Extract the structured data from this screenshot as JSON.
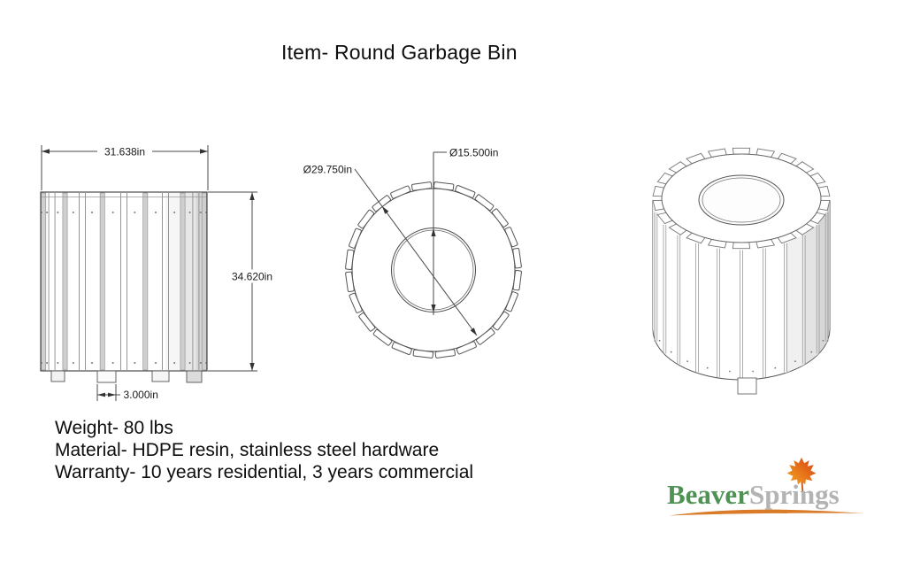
{
  "title": "Item- Round Garbage Bin",
  "specs": {
    "weight": "Weight- 80 lbs",
    "material": "Material- HDPE resin, stainless steel hardware",
    "warranty": "Warranty- 10 years residential, 3 years commercial"
  },
  "drawing": {
    "front_view": {
      "width_dim": "31.638in",
      "height_dim": "34.620in",
      "foot_width_dim": "3.000in"
    },
    "top_view": {
      "outer_diameter_dim": "Ø29.750in",
      "opening_diameter_dim": "Ø15.500in"
    }
  },
  "logo": {
    "word1": "Beaver",
    "word2": "Springs",
    "leaf_icon": "maple-leaf",
    "colors": {
      "word1_green": "#4e9354",
      "word2_gray": "#b3b3b3",
      "leaf_orange": "#f5a623",
      "leaf_red": "#d63f12",
      "swoosh_orange": "#d97b28"
    }
  },
  "colors": {
    "background": "#ffffff",
    "line": "#4a4a4a",
    "text": "#111111"
  }
}
